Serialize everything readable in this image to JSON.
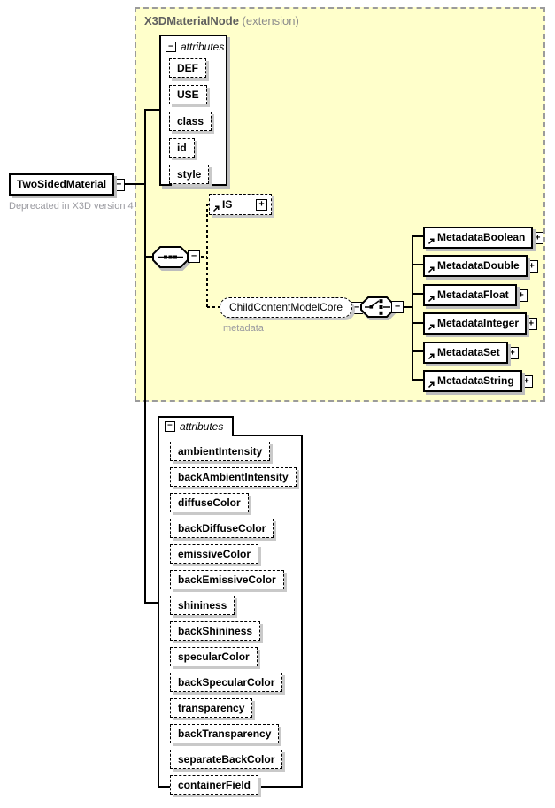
{
  "root": {
    "label": "TwoSidedMaterial",
    "deprecation_note": "Deprecated in X3D version 4"
  },
  "extension": {
    "title": "X3DMaterialNode",
    "title_suffix": " (extension)",
    "attributes_group": {
      "label": "attributes",
      "items": [
        "DEF",
        "USE",
        "class",
        "id",
        "style"
      ]
    },
    "is_element": {
      "label": "IS"
    },
    "content_model": {
      "label": "ChildContentModelCore",
      "annotation": "metadata"
    },
    "metadata_elements": {
      "items": [
        "MetadataBoolean",
        "MetadataDouble",
        "MetadataFloat",
        "MetadataInteger",
        "MetadataSet",
        "MetadataString"
      ]
    }
  },
  "own_attributes": {
    "label": "attributes",
    "items": [
      "ambientIntensity",
      "backAmbientIntensity",
      "diffuseColor",
      "backDiffuseColor",
      "emissiveColor",
      "backEmissiveColor",
      "shininess",
      "backShininess",
      "specularColor",
      "backSpecularColor",
      "transparency",
      "backTransparency",
      "separateBackColor",
      "containerField"
    ]
  },
  "glyphs": {
    "collapse": "−",
    "expand": "+"
  },
  "colors": {
    "extension_background": "#ffffcb",
    "extension_border": "#9b9b9b",
    "box_shadow": "#bdbdbd",
    "annotation_text": "#9a9aa0",
    "title_text": "#5f5f5f",
    "title_suffix_text": "#8c8c8c"
  }
}
